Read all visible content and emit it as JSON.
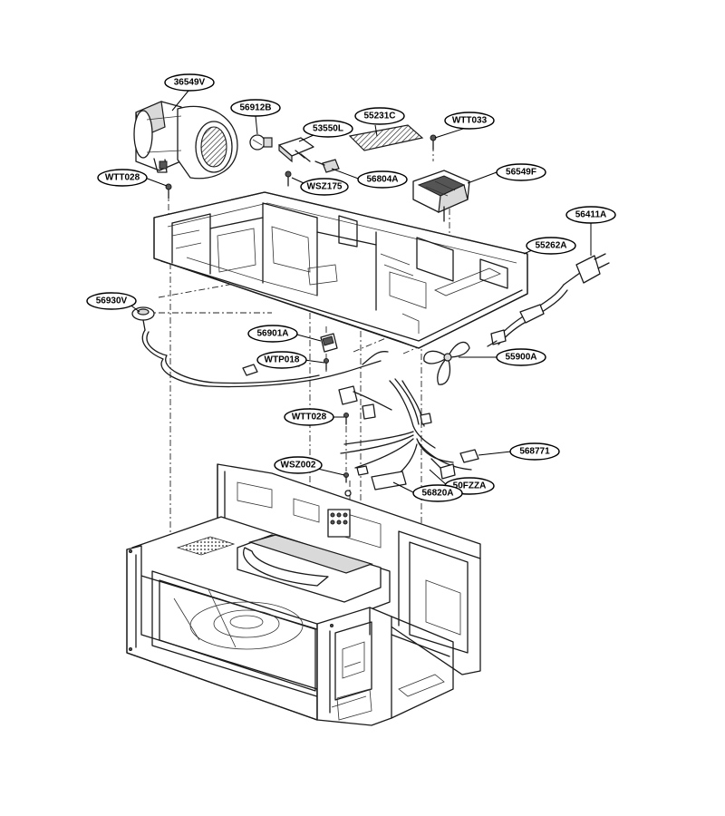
{
  "diagram": {
    "labels": [
      {
        "id": "36549V",
        "text": "36549V"
      },
      {
        "id": "56912B",
        "text": "56912B"
      },
      {
        "id": "55231C",
        "text": "55231C"
      },
      {
        "id": "53550L",
        "text": "53550L"
      },
      {
        "id": "WTT033",
        "text": "WTT033"
      },
      {
        "id": "WTT028a",
        "text": "WTT028"
      },
      {
        "id": "WSZ175",
        "text": "WSZ175"
      },
      {
        "id": "56804A",
        "text": "56804A"
      },
      {
        "id": "56549F",
        "text": "56549F"
      },
      {
        "id": "56411A",
        "text": "56411A"
      },
      {
        "id": "55262A",
        "text": "55262A"
      },
      {
        "id": "56930V",
        "text": "56930V"
      },
      {
        "id": "56901A",
        "text": "56901A"
      },
      {
        "id": "WTP018",
        "text": "WTP018"
      },
      {
        "id": "55900A",
        "text": "55900A"
      },
      {
        "id": "WTT028b",
        "text": "WTT028"
      },
      {
        "id": "568771",
        "text": "568771"
      },
      {
        "id": "WSZ002",
        "text": "WSZ002"
      },
      {
        "id": "50FZZA",
        "text": "50FZZA"
      },
      {
        "id": "56820A",
        "text": "56820A"
      }
    ]
  }
}
